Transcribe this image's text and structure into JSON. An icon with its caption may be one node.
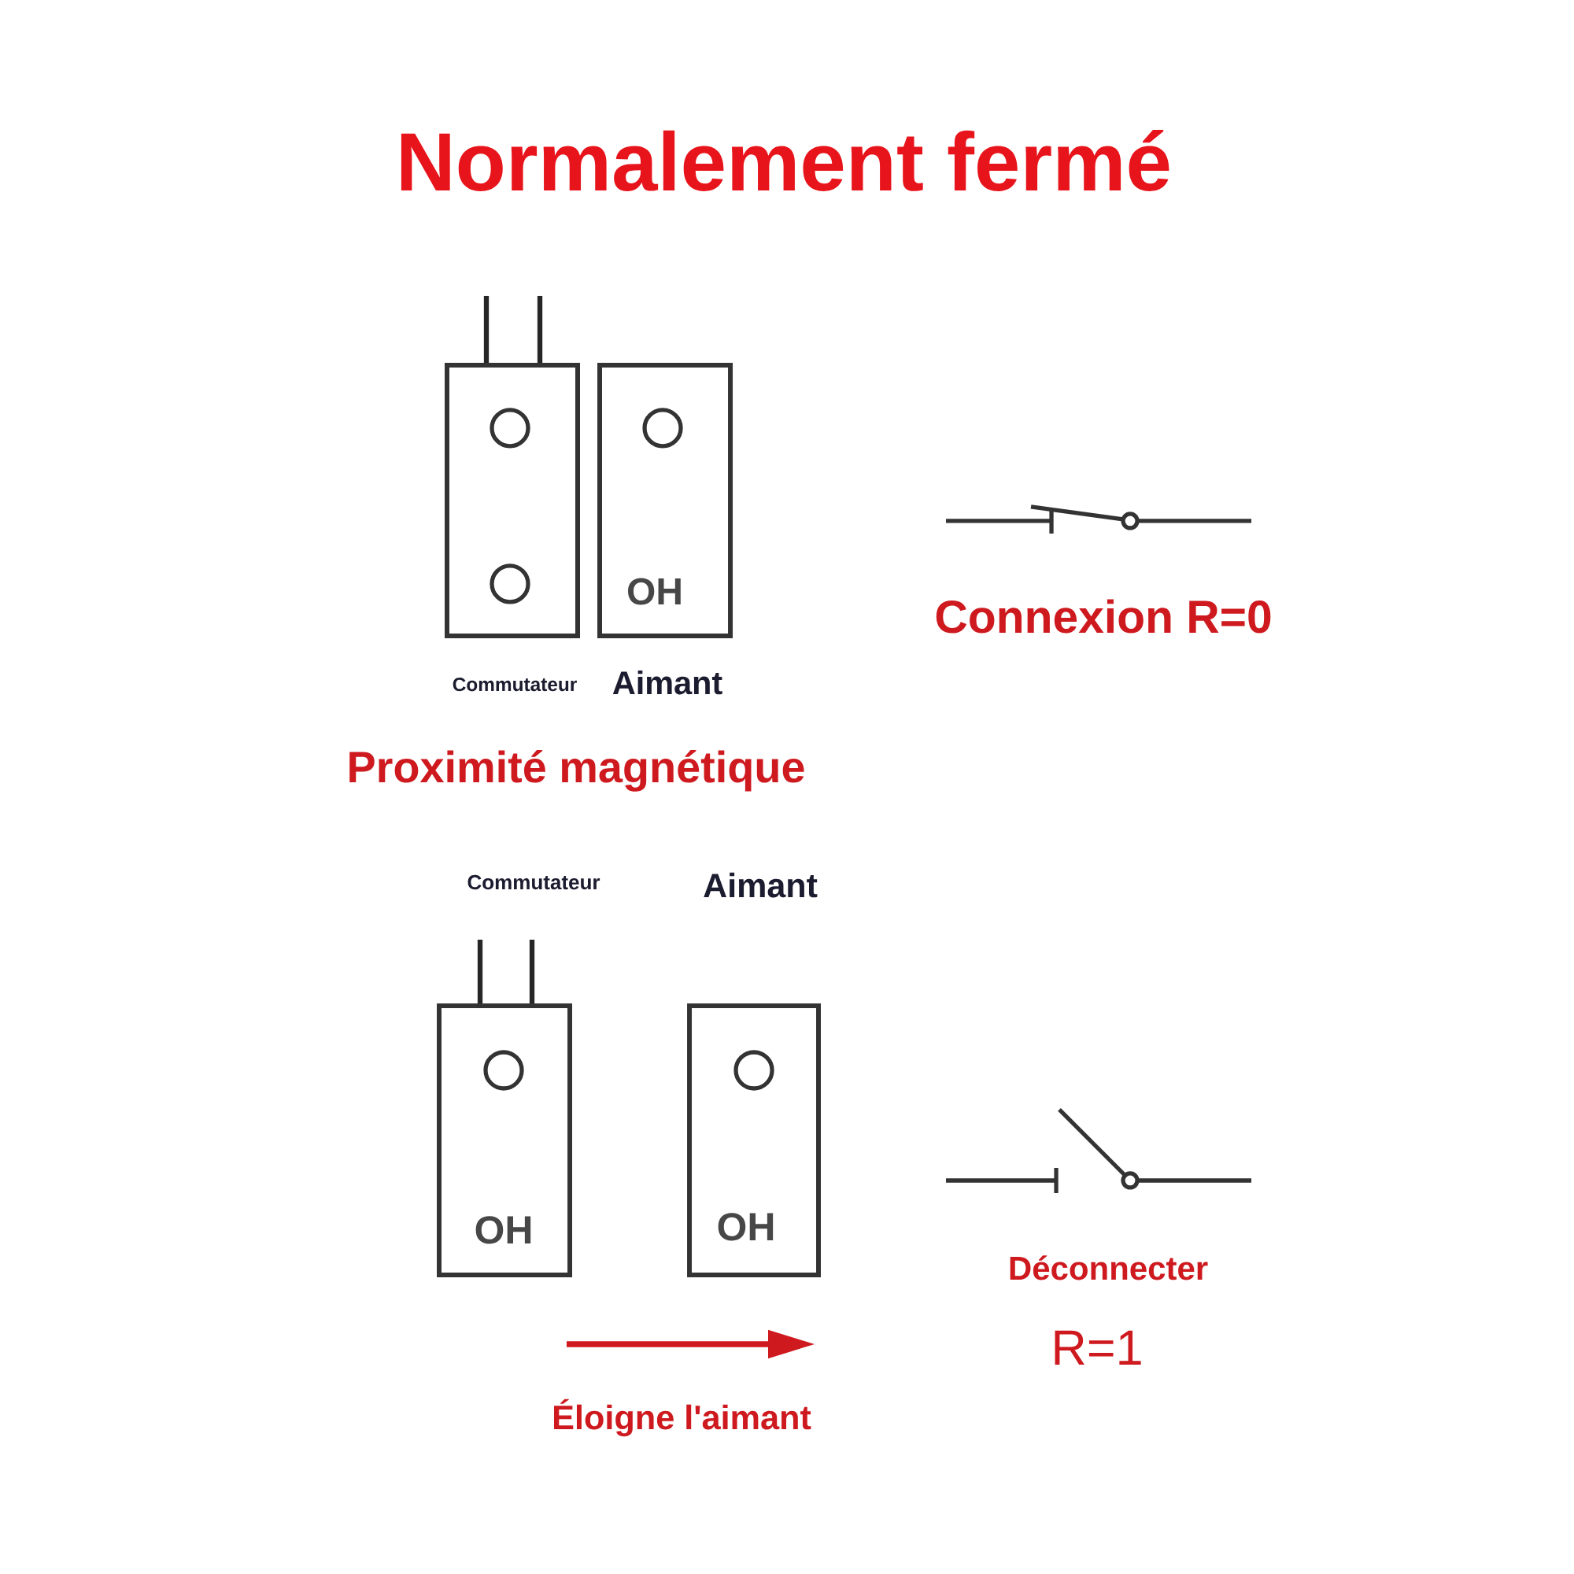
{
  "diagram": {
    "title": "Normalement fermé",
    "nodes": [
      {
        "text": [],
        "shape": "box",
        "beside": [
          "Commutateur"
        ]
      },
      {
        "text": [
          "OH"
        ],
        "beside": [
          "Aimant"
        ]
      },
      {
        "text": [
          "OH"
        ],
        "beside": [
          "Commutateur"
        ]
      },
      {
        "text": [
          "OH"
        ],
        "beside": [
          "Aimant"
        ]
      }
    ],
    "labels": [
      "Connexion R=0",
      "Proximité magnétique",
      "Déconnecter",
      "R=1",
      "Éloigne l'aimant"
    ]
  }
}
